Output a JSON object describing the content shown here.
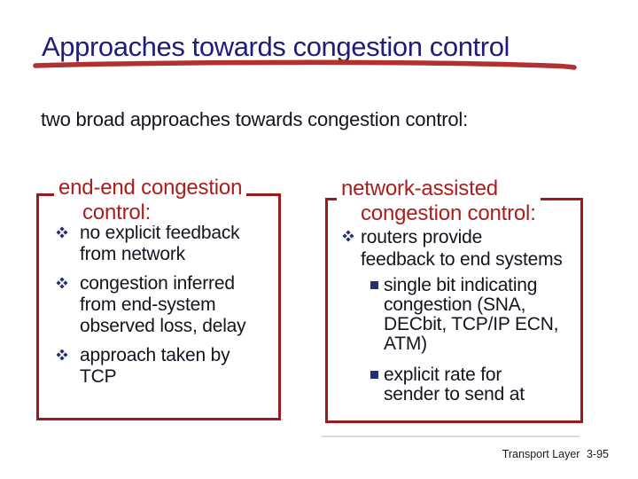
{
  "slide_title": "Approaches towards congestion control",
  "subtitle": "two broad approaches towards congestion control:",
  "left_box": {
    "heading_line1": "end-end congestion",
    "heading_line2": "control:",
    "bullets": [
      {
        "lines": [
          "no explicit feedback",
          "from network"
        ]
      },
      {
        "lines": [
          "congestion inferred",
          "from end-system",
          "observed loss, delay"
        ]
      },
      {
        "lines": [
          "approach taken by",
          "TCP"
        ]
      }
    ]
  },
  "right_box": {
    "heading_line1": "network-assisted",
    "heading_line2": "congestion control:",
    "bullets": [
      {
        "lines": [
          "routers provide",
          "feedback to end systems"
        ]
      }
    ],
    "sub_bullets": [
      {
        "lines": [
          "single bit indicating",
          "congestion (SNA,",
          "DECbit, TCP/IP ECN,",
          "ATM)"
        ]
      },
      {
        "lines": [
          "explicit rate for",
          "sender to send at"
        ]
      }
    ]
  },
  "footer": {
    "label": "Transport Layer",
    "page": "3-95"
  },
  "icons": {
    "level1_bullet": "four-diamonds-icon",
    "level2_bullet": "square-bullet-icon",
    "title_decoration": "red-underline-stroke"
  },
  "colors": {
    "title": "#1e1e78",
    "heading_red": "#ad1d1d",
    "border_red": "#9e1b1b",
    "underline_red": "#b23030",
    "bullet_navy": "#25306b",
    "body_text": "#141420"
  }
}
